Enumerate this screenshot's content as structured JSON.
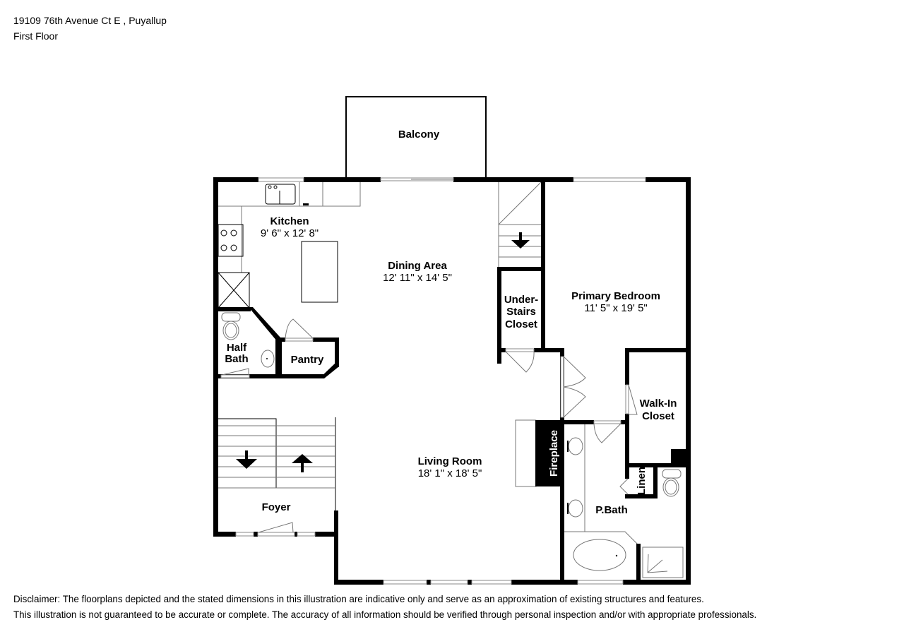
{
  "header": {
    "address": "19109 76th Avenue Ct E , Puyallup",
    "floor": "First Floor"
  },
  "rooms": {
    "balcony": {
      "name": "Balcony"
    },
    "kitchen": {
      "name": "Kitchen",
      "dims": "9' 6\" x 12' 8\""
    },
    "dining": {
      "name": "Dining Area",
      "dims": "12' 11\" x 14' 5\""
    },
    "understairs": {
      "name_lines": [
        "Under-",
        "Stairs",
        "Closet"
      ]
    },
    "primary_bedroom": {
      "name": "Primary Bedroom",
      "dims": "11' 5\" x 19' 5\""
    },
    "half_bath": {
      "name_lines": [
        "Half",
        "Bath"
      ]
    },
    "pantry": {
      "name": "Pantry"
    },
    "walkin": {
      "name_lines": [
        "Walk-In",
        "Closet"
      ]
    },
    "fireplace": {
      "name": "Fireplace"
    },
    "living": {
      "name": "Living Room",
      "dims": "18' 1\" x 18' 5\""
    },
    "linen": {
      "name": "Linen"
    },
    "pbath": {
      "name": "P.Bath"
    },
    "foyer": {
      "name": "Foyer"
    }
  },
  "icons": {
    "stairs_down": "arrow-down",
    "stairs_up": "arrow-up"
  },
  "disclaimer": {
    "line1": "Disclaimer: The floorplans depicted and the stated dimensions in this illustration are indicative only and serve as an approximation of existing structures and features.",
    "line2": "This illustration is not guaranteed to be accurate or complete. The accuracy of all information should be verified through personal inspection and/or with appropriate professionals."
  }
}
